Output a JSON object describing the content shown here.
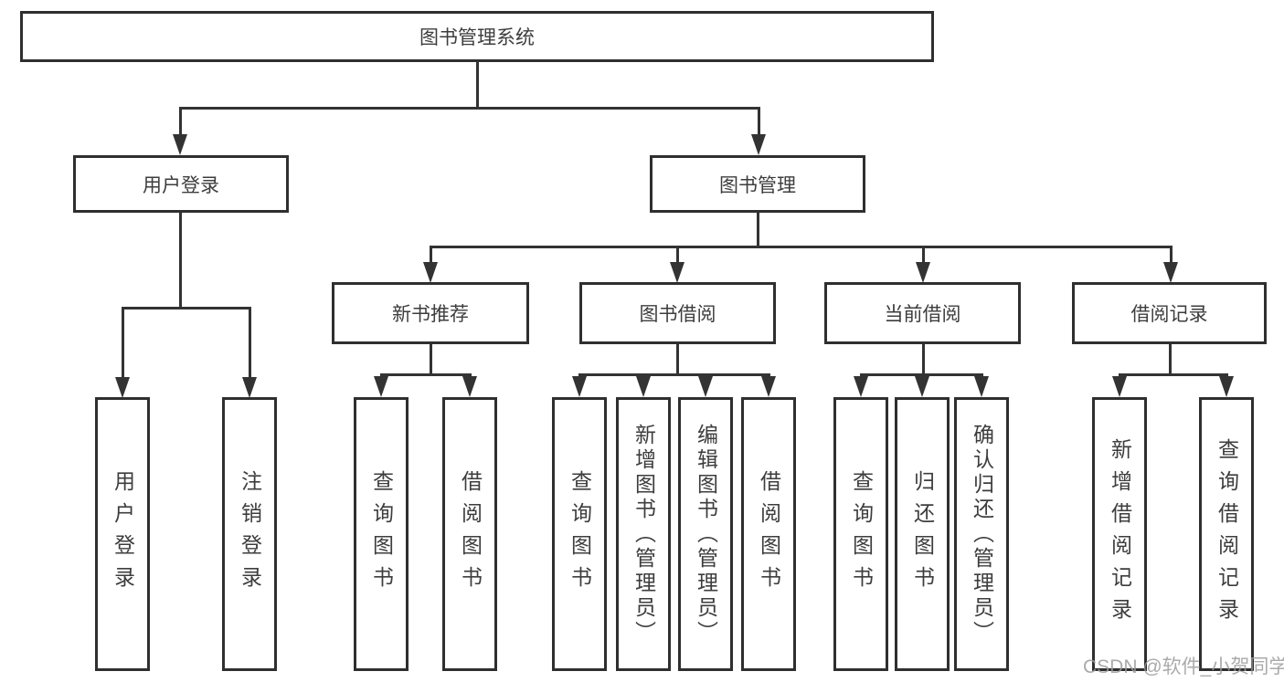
{
  "diagram": {
    "title": "图书管理系统",
    "nodes": [
      {
        "id": "root",
        "label": "图书管理系统",
        "parent": null
      },
      {
        "id": "user-login",
        "label": "用户登录",
        "parent": "root"
      },
      {
        "id": "book-mgmt",
        "label": "图书管理",
        "parent": "root"
      },
      {
        "id": "new-book-rec",
        "label": "新书推荐",
        "parent": "book-mgmt"
      },
      {
        "id": "book-borrow",
        "label": "图书借阅",
        "parent": "book-mgmt"
      },
      {
        "id": "current-borrow",
        "label": "当前借阅",
        "parent": "book-mgmt"
      },
      {
        "id": "borrow-record",
        "label": "借阅记录",
        "parent": "book-mgmt"
      },
      {
        "id": "login",
        "label": "用户登录",
        "parent": "user-login"
      },
      {
        "id": "logout",
        "label": "注销登录",
        "parent": "user-login"
      },
      {
        "id": "rec-query-book",
        "label": "查询图书",
        "parent": "new-book-rec"
      },
      {
        "id": "rec-borrow-book",
        "label": "借阅图书",
        "parent": "new-book-rec"
      },
      {
        "id": "bb-query-book",
        "label": "查询图书",
        "parent": "book-borrow"
      },
      {
        "id": "bb-add-book",
        "label": "新增图书（管理员）",
        "parent": "book-borrow"
      },
      {
        "id": "bb-edit-book",
        "label": "编辑图书（管理员）",
        "parent": "book-borrow"
      },
      {
        "id": "bb-borrow-book",
        "label": "借阅图书",
        "parent": "book-borrow"
      },
      {
        "id": "cb-query-book",
        "label": "查询图书",
        "parent": "current-borrow"
      },
      {
        "id": "cb-return-book",
        "label": "归还图书",
        "parent": "current-borrow"
      },
      {
        "id": "cb-confirm",
        "label": "确认归还（管理员）",
        "parent": "current-borrow"
      },
      {
        "id": "br-add-record",
        "label": "新增借阅记录",
        "parent": "borrow-record"
      },
      {
        "id": "br-query-record",
        "label": "查询借阅记录",
        "parent": "borrow-record"
      }
    ],
    "colors": {
      "line": "#333333",
      "box_border": "#2f2f2f",
      "box_fill": "#ffffff",
      "text": "#3d3d3d",
      "watermark": "#9b9b9b"
    }
  },
  "watermark": {
    "text": "CSDN @软件_小贺同学"
  }
}
